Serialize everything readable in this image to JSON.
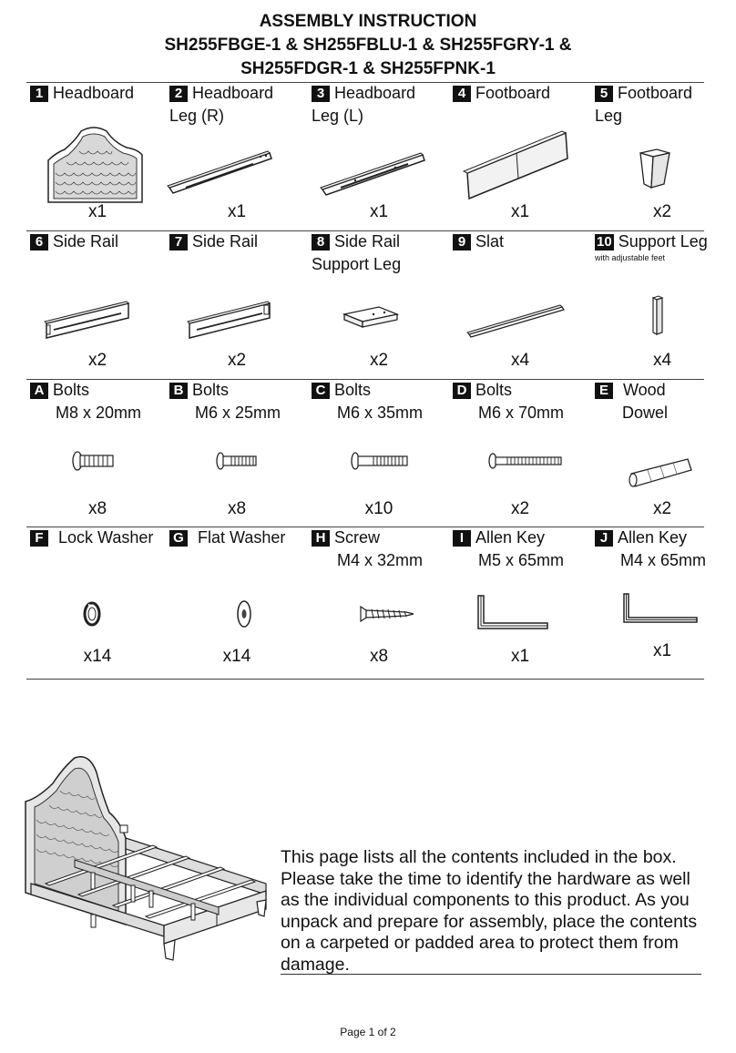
{
  "title": {
    "line1": "ASSEMBLY INSTRUCTION",
    "line2": "SH255FBGE-1 & SH255FBLU-1 & SH255FGRY-1 &",
    "line3": "SH255FDGR-1 & SH255FPNK-1"
  },
  "parts": [
    {
      "id": "1",
      "name": "Headboard",
      "qty": "x1"
    },
    {
      "id": "2",
      "name": "Headboard",
      "name2": "Leg (R)",
      "qty": "x1"
    },
    {
      "id": "3",
      "name": "Headboard",
      "name2": "Leg (L)",
      "qty": "x1"
    },
    {
      "id": "4",
      "name": "Footboard",
      "qty": "x1"
    },
    {
      "id": "5",
      "name": "Footboard",
      "name2": "Leg",
      "qty": "x2"
    },
    {
      "id": "6",
      "name": "Side Rail",
      "qty": "x2"
    },
    {
      "id": "7",
      "name": "Side Rail",
      "qty": "x2"
    },
    {
      "id": "8",
      "name": "Side Rail",
      "name2": "Support Leg",
      "qty": "x2"
    },
    {
      "id": "9",
      "name": "Slat",
      "qty": "x4"
    },
    {
      "id": "10",
      "name": "Support Leg",
      "note": "with adjustable feet",
      "qty": "x4"
    }
  ],
  "hardware": [
    {
      "id": "A",
      "name": "Bolts",
      "name2": "M8 x 20mm",
      "qty": "x8"
    },
    {
      "id": "B",
      "name": "Bolts",
      "name2": "M6 x 25mm",
      "qty": "x8"
    },
    {
      "id": "C",
      "name": "Bolts",
      "name2": "M6 x 35mm",
      "qty": "x10"
    },
    {
      "id": "D",
      "name": "Bolts",
      "name2": "M6 x 70mm",
      "qty": "x2"
    },
    {
      "id": "E",
      "name": "Wood",
      "name2": "Dowel",
      "qty": "x2"
    },
    {
      "id": "F",
      "name": "Lock Washer",
      "qty": "x14"
    },
    {
      "id": "G",
      "name": "Flat Washer",
      "qty": "x14"
    },
    {
      "id": "H",
      "name": "Screw",
      "name2": "M4 x 32mm",
      "qty": "x8"
    },
    {
      "id": "I",
      "name": "Allen Key",
      "name2": "M5 x 65mm",
      "qty": "x1"
    },
    {
      "id": "J",
      "name": "Allen Key",
      "name2": "M4 x 65mm",
      "qty": "x1"
    }
  ],
  "paragraph": {
    "l1": "This page lists all the contents included in the box.",
    "l2": "Please take the time to identify the hardware as well",
    "l3": "as the individual components to this product. As you",
    "l4": "unpack and prepare for assembly, place the contents",
    "l5": "on a carpeted or padded area to protect them from",
    "l6": "damage."
  },
  "footer": "Page 1 of 2"
}
